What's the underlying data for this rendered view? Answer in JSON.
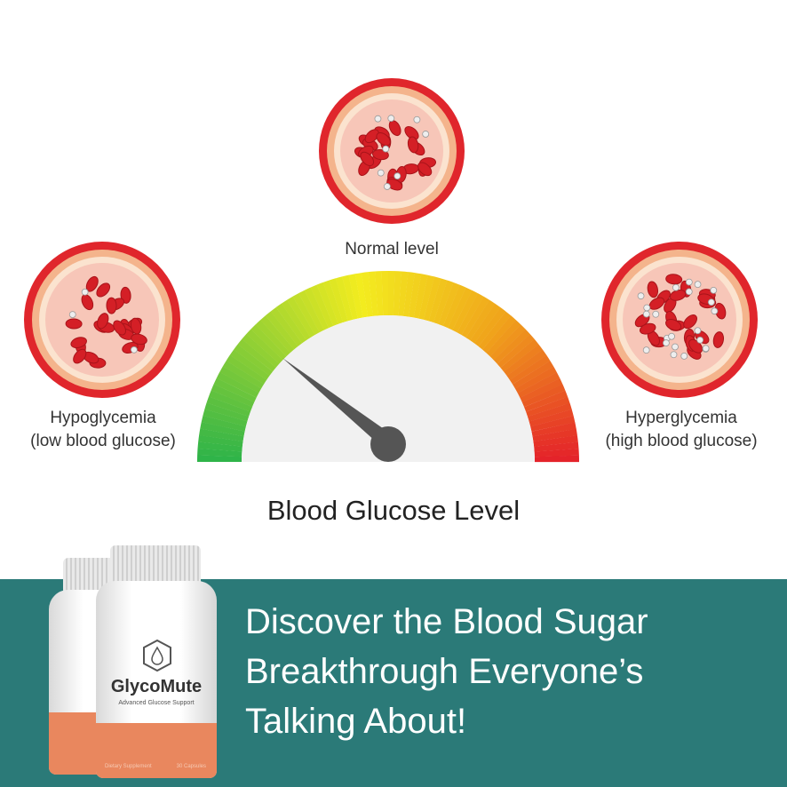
{
  "labels": {
    "normal": "Normal level",
    "hypo_line1": "Hypoglycemia",
    "hypo_line2": "(low blood glucose)",
    "hyper_line1": "Hyperglycemia",
    "hyper_line2": "(high blood glucose)",
    "title": "Blood Glucose Level"
  },
  "gauge": {
    "colors": [
      "#2db34a",
      "#f3ec1f",
      "#f0a21b",
      "#e4202a"
    ],
    "needle_color": "#555555"
  },
  "banner": {
    "background": "#2b7a78",
    "headline_line1": "Discover the Blood Sugar",
    "headline_line2": "Breakthrough Everyone’s",
    "headline_line3": "Talking About!"
  },
  "product": {
    "brand": "GlycoMute",
    "tagline": "Advanced Glucose Support",
    "band_left": "Dietary Supplement",
    "band_right": "30 Capsules"
  }
}
